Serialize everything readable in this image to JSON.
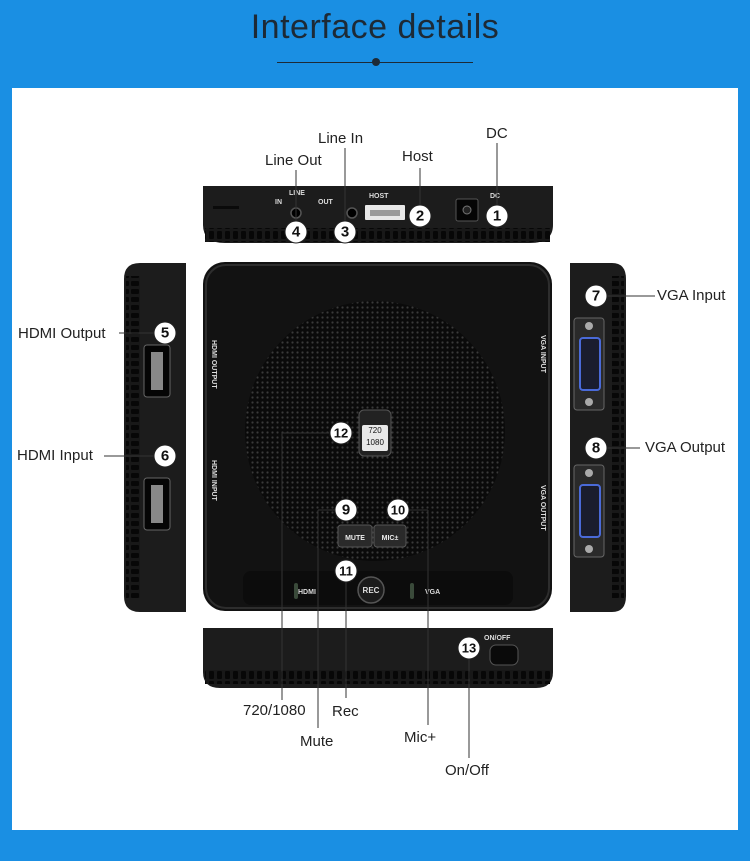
{
  "title": "Interface details",
  "colors": {
    "background": "#1a8fe3",
    "panel": "#ffffff",
    "device": "#161616"
  },
  "callouts": [
    {
      "num": "1",
      "label": "DC"
    },
    {
      "num": "2",
      "label": "Host"
    },
    {
      "num": "3",
      "label": "Line In"
    },
    {
      "num": "4",
      "label": "Line Out"
    },
    {
      "num": "5",
      "label": "HDMI Output"
    },
    {
      "num": "6",
      "label": "HDMI Input"
    },
    {
      "num": "7",
      "label": "VGA Input"
    },
    {
      "num": "8",
      "label": "VGA Output"
    },
    {
      "num": "9",
      "label": "Mute"
    },
    {
      "num": "10",
      "label": "Mic+"
    },
    {
      "num": "11",
      "label": "Rec"
    },
    {
      "num": "12",
      "label": "720/1080"
    },
    {
      "num": "13",
      "label": "On/Off"
    }
  ],
  "device_markings": {
    "line": "LINE",
    "in": "IN",
    "out": "OUT",
    "host": "HOST",
    "dc": "DC",
    "hdmi_output": "HDMI OUTPUT",
    "hdmi_input": "HDMI INPUT",
    "vga_input": "VGA INPUT",
    "vga_output": "VGA OUTPUT",
    "res_720": "720",
    "res_1080": "1080",
    "mute": "MUTE",
    "mic": "MIC±",
    "rec": "REC",
    "hdmi": "HDMI",
    "vga": "VGA",
    "on_off": "ON/OFF"
  }
}
